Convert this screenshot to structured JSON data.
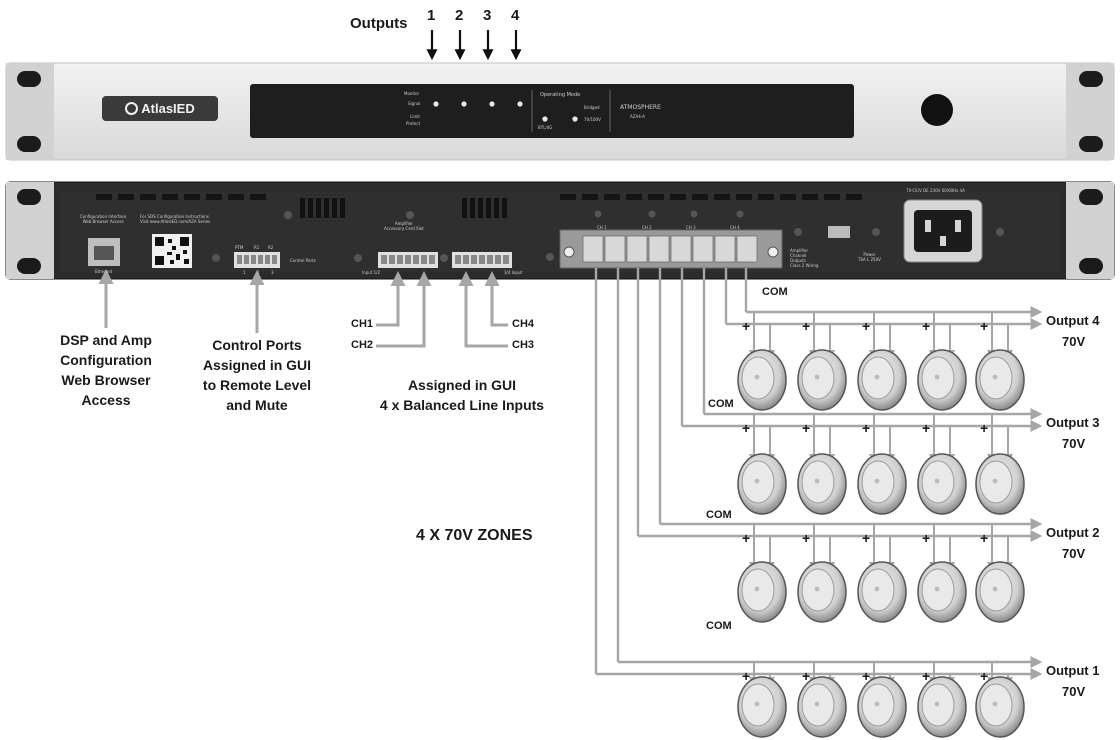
{
  "front_panel": {
    "outputs_label": "Outputs",
    "output_numbers": [
      "1",
      "2",
      "3",
      "4"
    ],
    "brand": "AtlasIED",
    "labels": {
      "monitor": "Monitor",
      "signal": "Signal",
      "limit": "Limit",
      "protect": "Protect",
      "operating_mode": "Operating Mode",
      "mode_a": "BTL/4G",
      "mode_b": "Bridged",
      "mode_c": "70/100V",
      "product": "ATMOSPHERE",
      "model": "AZA4-A"
    }
  },
  "rear_panel": {
    "top_label": "TX-CE/V DE 230V 60/60Hz 4A",
    "config_port_label": "Configuration Interface\nWeb Browser Access",
    "qr_label": "For SDS Configuration Instructions\nVisit www.AtlasIED.com/AZA Series",
    "ethernet_label": "Ethernet",
    "control_ports_label": "Control Ports",
    "control_pins": [
      "PTM",
      "R1",
      "R2",
      "1",
      "2",
      "3"
    ],
    "amp_card_label": "Amplifier\nAccessory Card Slot",
    "input_left_label": "Input 1/2",
    "input_right_label": "3/4 Input",
    "channel_labels": [
      "CH 1",
      "CH 2",
      "CH 3",
      "CH 4"
    ],
    "amp_outputs_label": "Amplifier\nChannel\nOutputs\nClass 2 Wiring",
    "power_label": "Power\nT6A L 250V"
  },
  "annotations": {
    "dsp": "DSP and Amp\nConfiguration\nWeb Browser\nAccess",
    "control": "Control Ports\nAssigned in GUI\nto Remote Level\nand Mute",
    "inputs": "Assigned in GUI\n4 x Balanced Line Inputs",
    "ch1": "CH1",
    "ch2": "CH2",
    "ch3": "CH3",
    "ch4": "CH4",
    "zones": "4 X 70V ZONES"
  },
  "zones": [
    {
      "output": "Output 4",
      "voltage": "70V",
      "com": "COM",
      "plus": "+"
    },
    {
      "output": "Output 3",
      "voltage": "70V",
      "com": "COM",
      "plus": "+"
    },
    {
      "output": "Output 2",
      "voltage": "70V",
      "com": "COM",
      "plus": "+"
    },
    {
      "output": "Output 1",
      "voltage": "70V",
      "com": "COM",
      "plus": "+"
    }
  ],
  "speakers_per_zone": 5,
  "colors": {
    "wire": "#a6a6a6",
    "front_panel": "#e6e6e6",
    "rear_panel": "#262626",
    "speaker": "#d6d6d6"
  }
}
